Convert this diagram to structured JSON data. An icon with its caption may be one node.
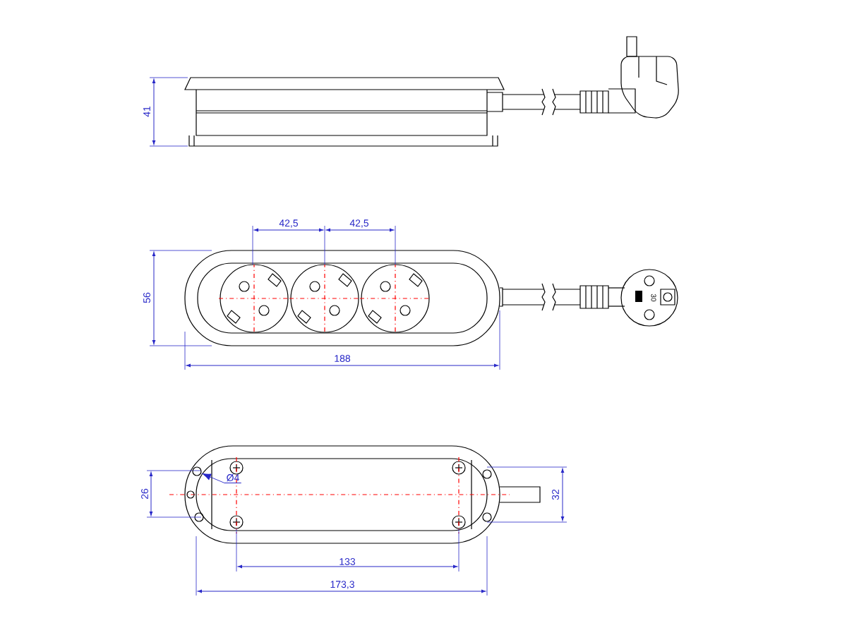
{
  "diagram": {
    "nodes": [
      {
        "text": [
          "Ø4"
        ]
      },
      {
        "text": [],
        "shape": "circle"
      }
    ],
    "edges": [
      {
        "from": 0,
        "to": 1,
        "arrow": "to"
      }
    ],
    "labels": [
      "41",
      "42,5",
      "42,5",
      "56",
      "188",
      "30",
      "26",
      "32",
      "133",
      "173,3"
    ]
  }
}
